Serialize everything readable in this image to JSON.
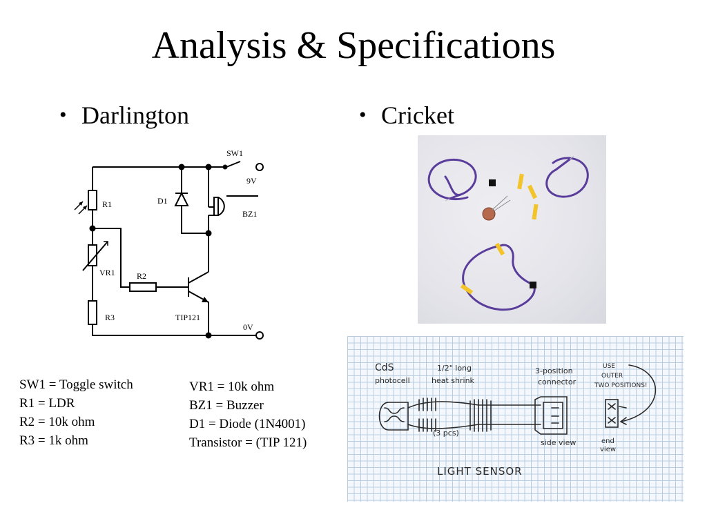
{
  "slide": {
    "title": "Analysis & Specifications",
    "bullets": {
      "left": "Darlington",
      "right": "Cricket",
      "marker": "•"
    }
  },
  "schematic": {
    "labels": {
      "sw1": "SW1",
      "v9": "9V",
      "r1": "R1",
      "d1": "D1",
      "bz1": "BZ1",
      "vr1": "VR1",
      "r2": "R2",
      "r3": "R3",
      "tip": "TIP121",
      "v0": "0V"
    }
  },
  "components_left": [
    "SW1 = Toggle switch",
    "R1 = LDR",
    "R2 = 10k ohm",
    "R3 = 1k ohm"
  ],
  "components_right": [
    "VR1 = 10k ohm",
    "BZ1 = Buzzer",
    "D1 = Diode (1N4001)",
    "Transistor = (TIP 121)"
  ],
  "sketch": {
    "labels": {
      "cds_1": "CdS",
      "cds_2": "photocell",
      "shrink_1": "1/2\" long",
      "shrink_2": "heat shrink",
      "pcs": "(3 pcs)",
      "conn_1": "3-position",
      "conn_2": "connector",
      "side": "side view",
      "use_1": "USE",
      "use_2": "OUTER",
      "use_3": "TWO POSITIONS!",
      "end_1": "end",
      "end_2": "view",
      "caption": "LIGHT SENSOR"
    }
  }
}
